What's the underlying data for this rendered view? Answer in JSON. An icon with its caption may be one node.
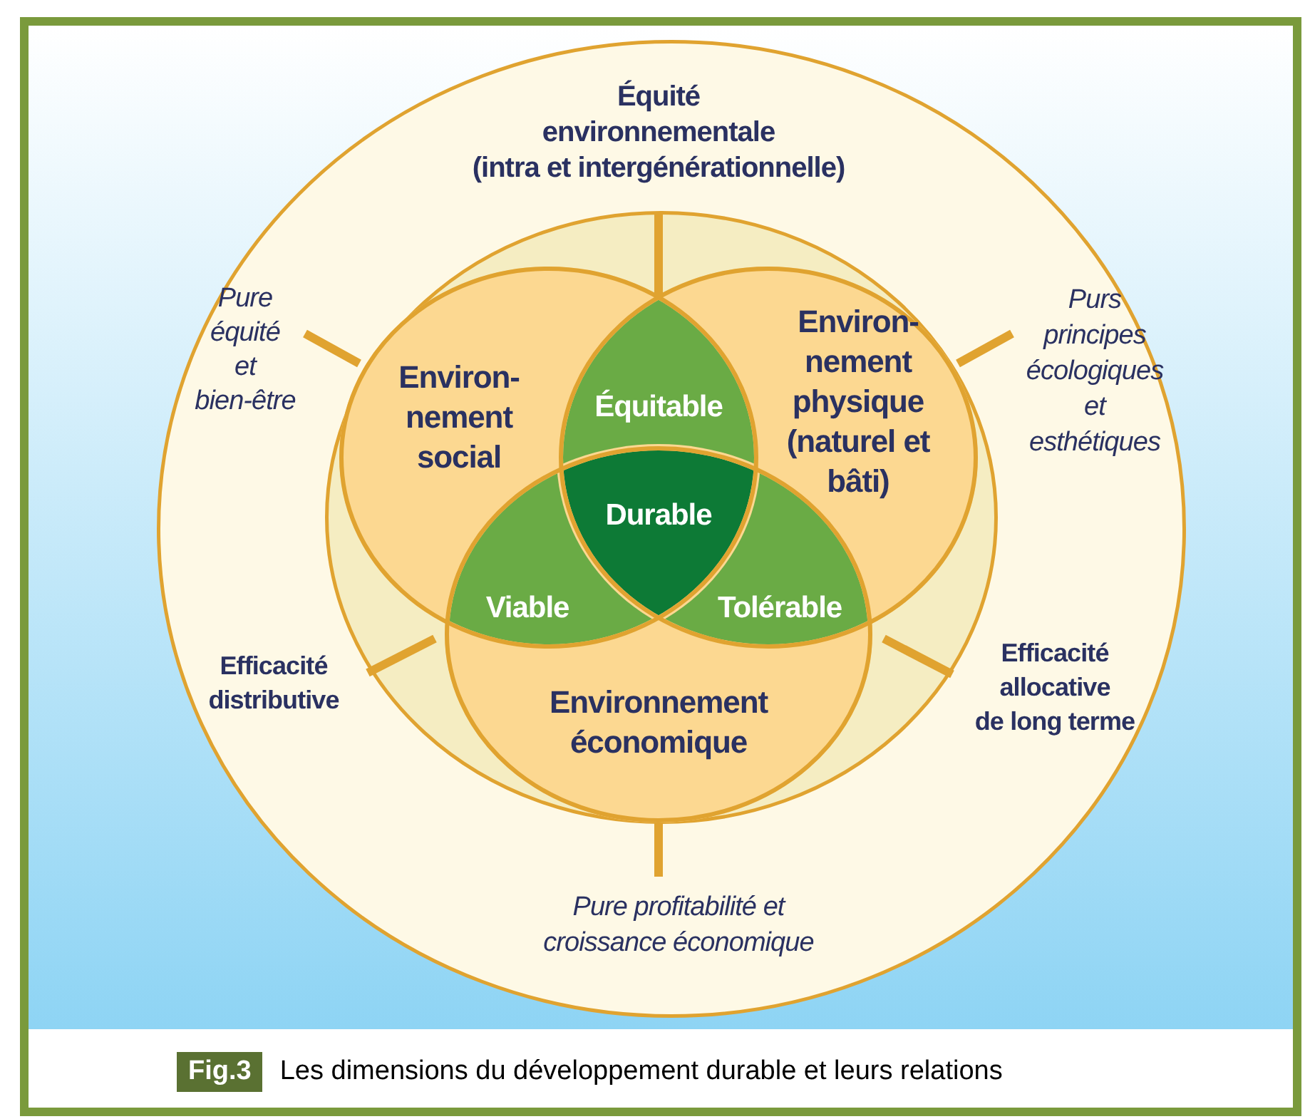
{
  "diagram": {
    "caption": "Les dimensions du développement durable et leurs relations",
    "nodes": [
      {
        "text": [],
        "shape": "circle"
      },
      {
        "text": [],
        "shape": "circle",
        "in": 0
      },
      {
        "text": [
          "Environ- nement social"
        ],
        "in": 1
      },
      {
        "text": [
          "Environ- nement physique (naturel et bâti)"
        ],
        "in": 1
      },
      {
        "text": [
          "Environnement économique"
        ],
        "in": 1
      }
    ],
    "labels": [
      "Équité environnementale (intra et intergénérationnelle)",
      "Pure équité et bien-être",
      "Purs principes écologiques et esthétiques",
      "Équitable",
      "Durable",
      "Viable",
      "Tolérable",
      "Efficacité distributive",
      "Efficacité allocative de long terme",
      "Pure profitabilité et croissance économique",
      "Fig.3"
    ]
  }
}
